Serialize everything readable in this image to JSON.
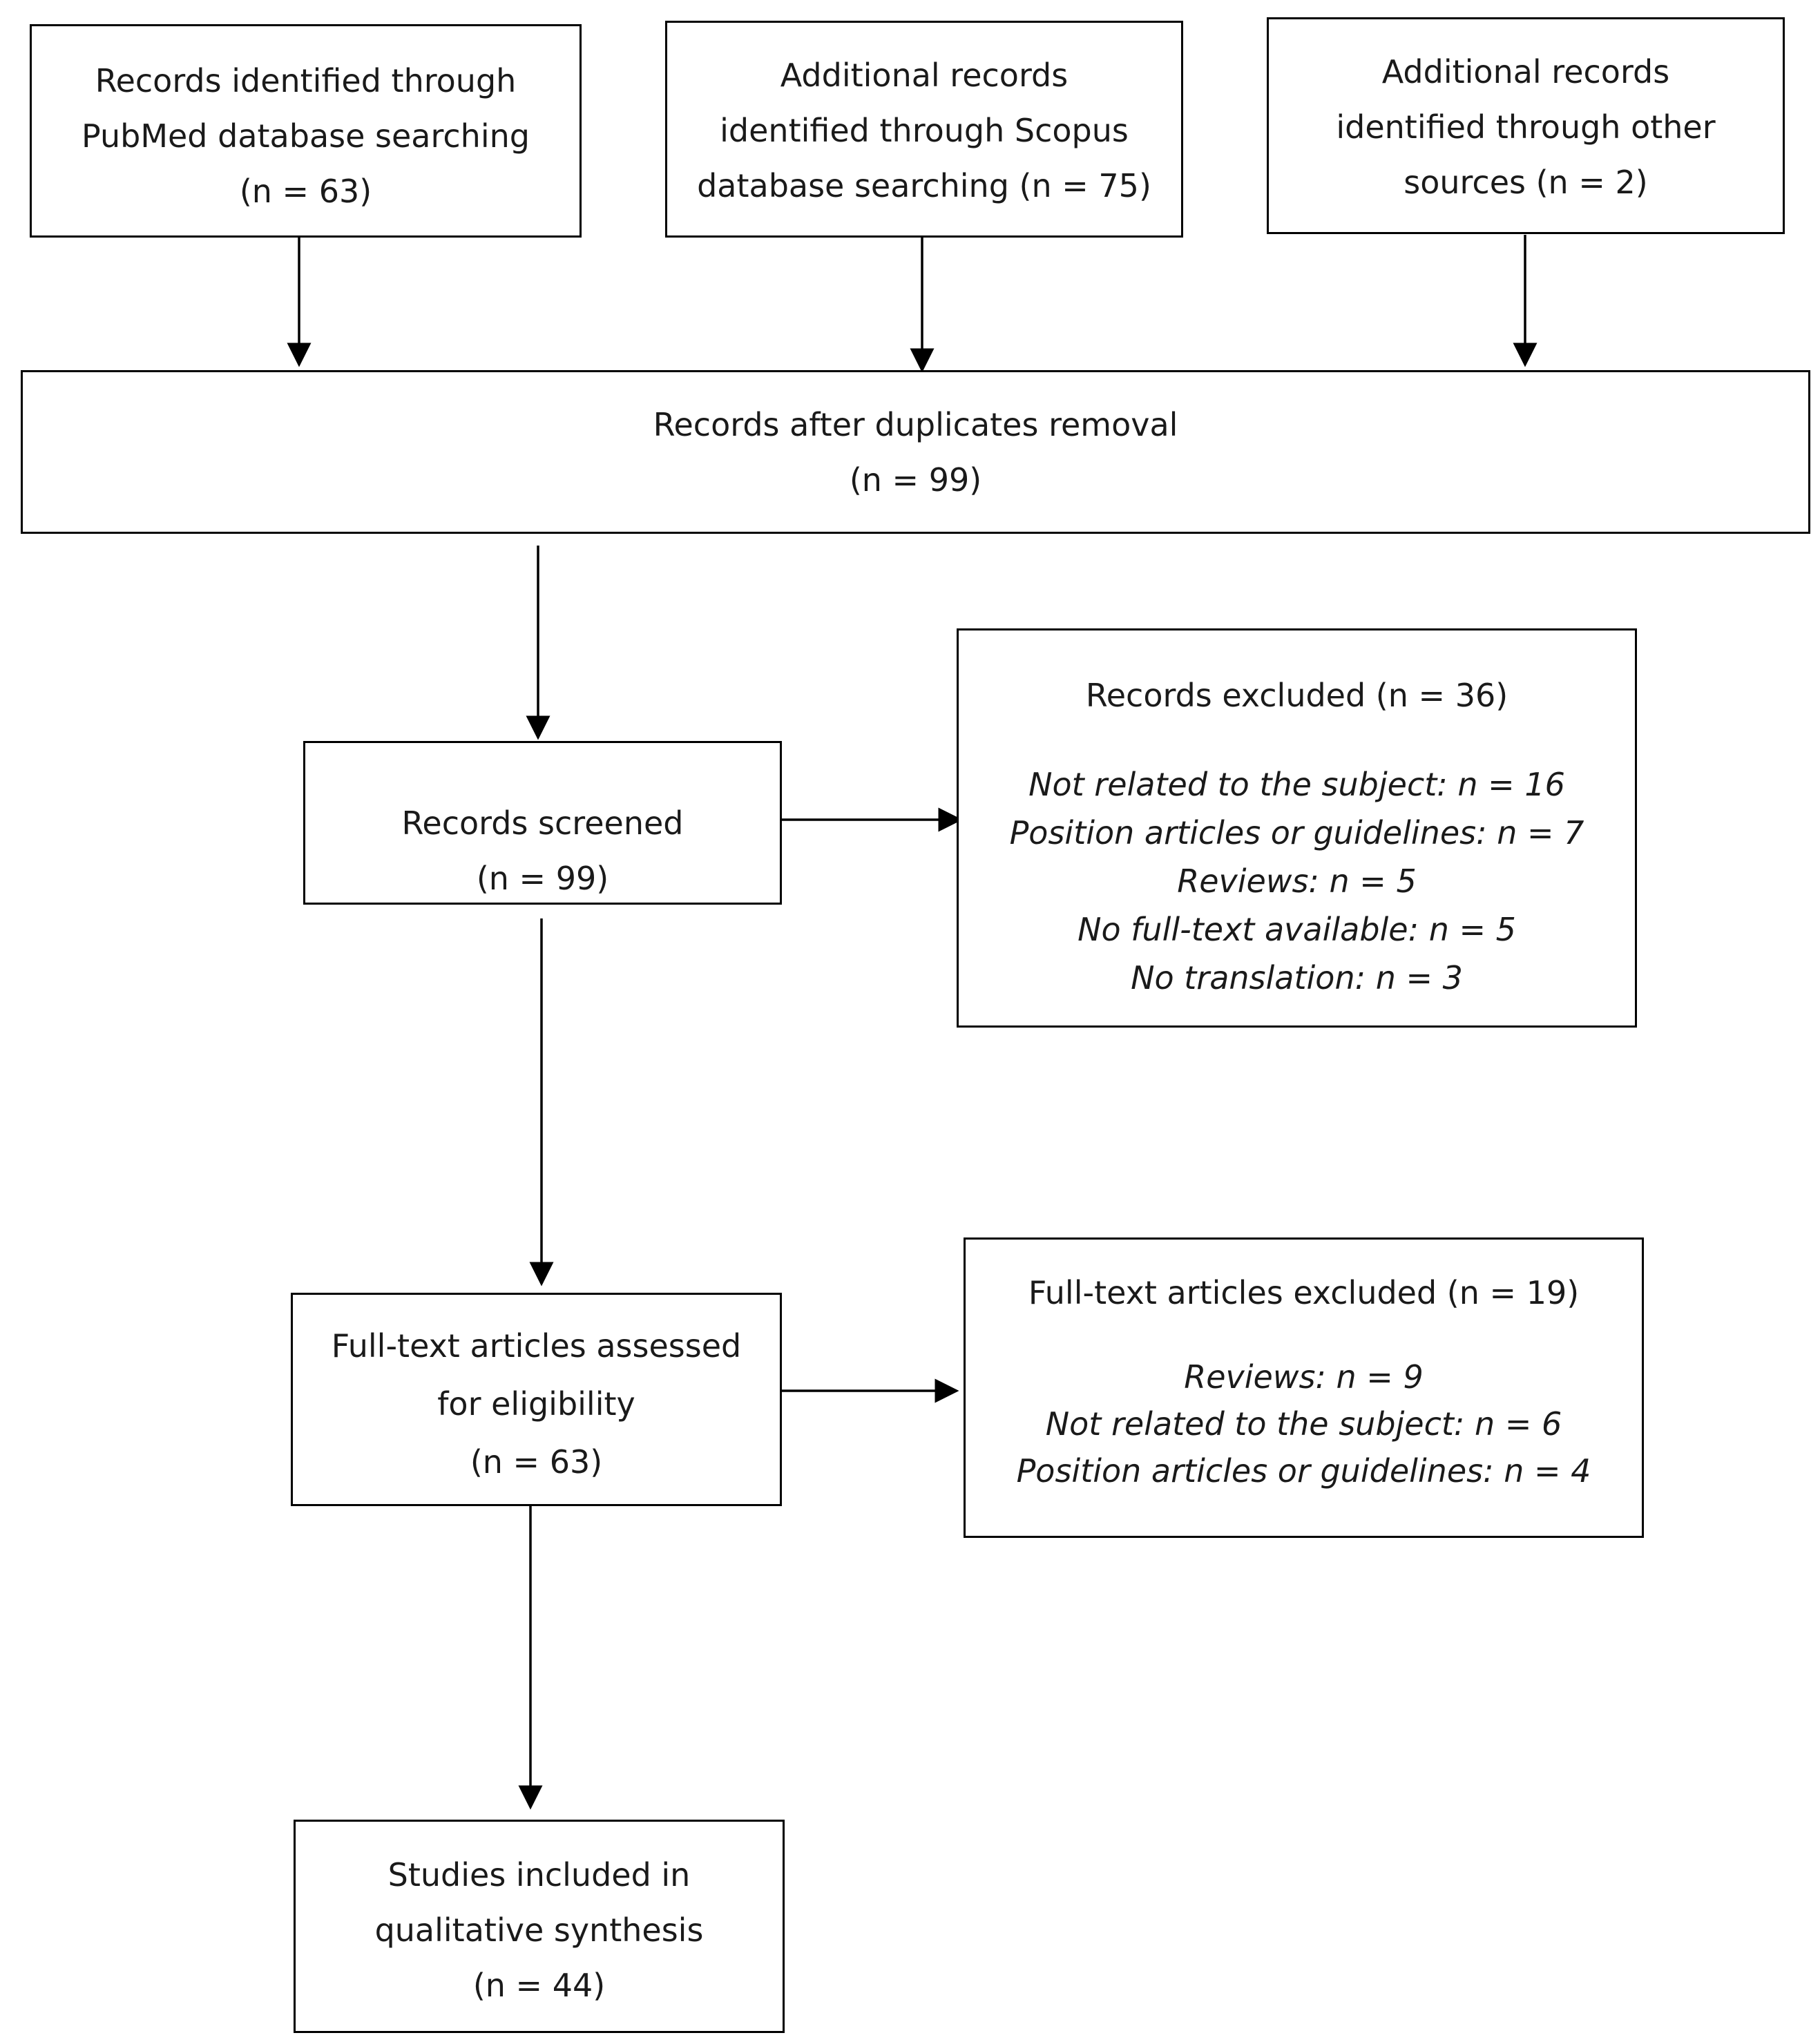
{
  "identification": {
    "pubmed": [
      "Records identified through",
      "PubMed database searching",
      "(n = 63)"
    ],
    "scopus": [
      "Additional records",
      "identified through Scopus",
      "database  searching (n = 75)"
    ],
    "other": [
      "Additional records",
      "identified through other",
      "sources (n = 2)"
    ]
  },
  "duplicates_removed": [
    "Records after duplicates removal",
    "(n = 99)"
  ],
  "screened": [
    "Records screened",
    "(n = 99)"
  ],
  "records_excluded": {
    "title": "Records excluded (n = 36)",
    "reasons": [
      "Not related to the subject:  n = 16",
      "Position articles or guidelines: n = 7",
      "Reviews: n = 5",
      "No full-text available: n = 5",
      "No translation: n = 3"
    ]
  },
  "eligibility": [
    "Full-text articles assessed",
    "for eligibility",
    "(n = 63)"
  ],
  "fulltext_excluded": {
    "title": "Full-text articles excluded (n = 19)",
    "reasons": [
      "Reviews: n = 9",
      "Not related to the subject: n = 6",
      "Position articles or guidelines: n = 4"
    ]
  },
  "included": [
    "Studies included in",
    "qualitative synthesis",
    "(n = 44)"
  ]
}
